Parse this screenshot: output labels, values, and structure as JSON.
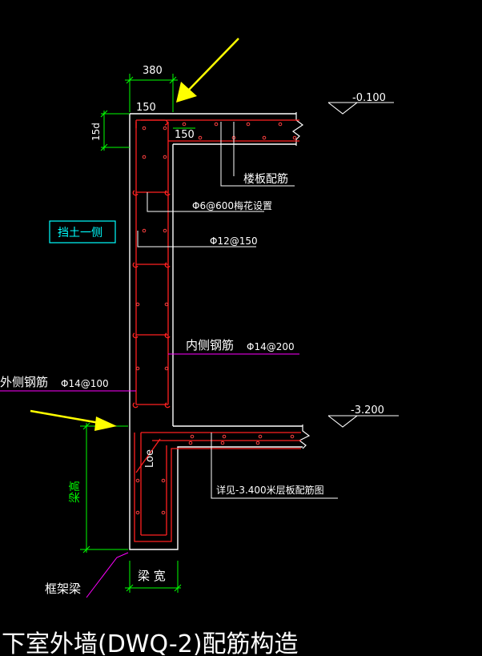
{
  "dims": {
    "top_width": "380",
    "top_left": "150",
    "top_inner": "150",
    "anchor_top": "15d",
    "beam_height": "梁高",
    "beam_width": "梁 宽",
    "anchor_bottom": "Loe"
  },
  "elevations": {
    "top": "-0.100",
    "bottom": "-3.200"
  },
  "labels": {
    "slab_rebar": "楼板配筋",
    "tie_bar": "Φ6@600梅花设置",
    "horiz_bar": "Φ12@150",
    "soil_side": "挡土一侧",
    "inner_rebar": "内侧钢筋",
    "inner_spec": "Φ14@200",
    "outer_rebar": "外侧钢筋",
    "outer_spec": "Φ14@100",
    "detail_note": "详见-3.400米层板配筋图",
    "frame_beam": "框架梁"
  },
  "title": "下室外墙(DWQ-2)配筋构造",
  "colors": {
    "wall_outline": "#ffffff",
    "rebar": "#ff2020",
    "dimension": "#00ff00",
    "leader_white": "#ffffff",
    "leader_magenta": "#ff00ff",
    "soil_box": "#00ffff",
    "arrow": "#ffff00"
  }
}
